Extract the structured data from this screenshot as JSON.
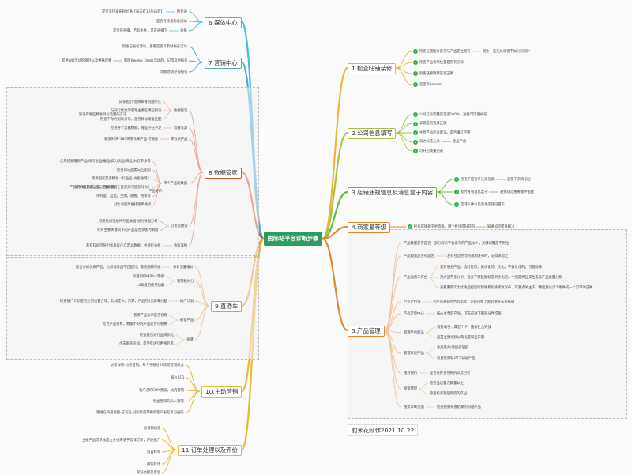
{
  "root": "国际站平台诊断步骤",
  "footer": "豹米花制作2021.10.22",
  "colors": {
    "root": "#2f9a62",
    "check": "#2fb34a"
  },
  "right": [
    {
      "title": "1.检查旺铺装修",
      "color": "#f0b43a",
      "items": [
        {
          "text": "检查旺铺图片是否与产品定位相符",
          "child": "避免一些无关或者不加分的图片",
          "check": true
        },
        {
          "text": "检查产品板块位置是否有空缺",
          "check": true
        },
        {
          "text": "检查链接跳转是否正确",
          "check": true
        },
        {
          "text": "是否有banner",
          "check": true
        }
      ]
    },
    {
      "title": "2.公司信息填写",
      "color": "#a9c43d",
      "items": [
        {
          "text": "公司信息完整度是否100%，查看可完善补充",
          "check": true
        },
        {
          "text": "表现是否选择正确",
          "check": true
        },
        {
          "text": "主营产品的关键词，是否填写完整",
          "check": true
        },
        {
          "text": "实力标签与达",
          "child": "金品平台",
          "check": true
        },
        {
          "text": "可开启质量记录",
          "check": true
        }
      ]
    },
    {
      "title": "3.店铺违规信息及消息盒子内容",
      "color": "#6ab843",
      "items": [
        {
          "text": "检查下是否有违规信息",
          "child": "避免下次再扣分",
          "check": true
        },
        {
          "text": "及时查看消息盒子",
          "child": "避免错过重要收件提醒",
          "check": true
        },
        {
          "text": "店铺头像以及后手店铺设置下",
          "check": true
        }
      ]
    },
    {
      "title": "4.商家星等级",
      "color": "#e8882e",
      "items": [
        {
          "text": "检查店铺处于星等级，哪个板块得分较低",
          "child": "知道如何提升解决",
          "check": true
        }
      ]
    },
    {
      "title": "5.产品管理",
      "color": "#e8882e",
      "items": [
        {
          "text": "产品数量是否是否一部分商家平台发布的产品比少，关键词覆盖不到位",
          "check": false
        },
        {
          "text": "产品规划是否有是否",
          "child": "若有社过经营的规划发布时，记得来加上",
          "check": false
        },
        {
          "text": "产品运营工作台",
          "children": [
            "若有低分产品，及时处理，做优化的，优化，不做优化的，可删除掉",
            "重力品节多分析，检查下哪些做标签到优化的，个别是特征属性或者产品质量分析",
            "查看重新实力优质品控后续新联系优质修改发布，可重点关注下，特别重站几个条件成一个订单的这种"
          ]
        },
        {
          "text": "行业定位词",
          "child": "若产品查有否合的品类，记得在粗上面的要求去发布调",
          "check": false
        },
        {
          "text": "产品定单中心",
          "child": "核心主营的产品，可去前进下那部分性得率",
          "check": false
        },
        {
          "text": "管理平台新品",
          "children": [
            "消费电子，典型个护，搜索社合开放",
            "设置主图视频以及设置新品日期"
          ]
        },
        {
          "text": "管理认证产品",
          "children": [
            "金品平台/参加有奖的",
            "可直接商城10个认证产品"
          ]
        },
        {
          "text": "搜对银行",
          "child": "是否有好多名称的以及分析",
          "check": false
        },
        {
          "text": "橱窗管理",
          "children": [
            "检查品质量方数量以上",
            "检查机采银超跨度的产品"
          ]
        },
        {
          "text": "搜索诊断页面",
          "child": "检查搜索排查结果的问题产品",
          "check": false
        }
      ]
    }
  ],
  "left": [
    {
      "title": "6.媒体中心",
      "color": "#4fb5e6",
      "items": [
        {
          "text": "粉丝通",
          "child": "是否坚持发布粉丝通【每天有12条动态】"
        },
        {
          "text": "",
          "child": "是否有按规标准活动"
        },
        {
          "text": "直播",
          "child": "是否有直播，若有条件，可去直播下"
        }
      ]
    },
    {
      "title": "7.营销中心",
      "color": "#58a8cc",
      "items": [
        {
          "text": "检查已报名活动，查看是否有及时报名活动"
        },
        {
          "text": "新版Weekly Deals活动的，记得及时报名",
          "child": "新进WD活动的额外以及特殊现象"
        },
        {
          "text": "场景营销记得报名"
        }
      ]
    },
    {
      "title": "8.数据管家",
      "color": "#d3562d",
      "items": [
        {
          "text": "数据概况",
          "children": [
            "成长指引-金牌审查问题所在",
            "与同行优秀的差距主要在哪些板块",
            "检查下你的国家分布，是否目标精准匹配"
          ],
          "extra": "知道有哪些精准目标流量的方法"
        },
        {
          "text": "流量来源",
          "children": [
            "检查各个流量数据，哪些存在不足"
          ]
        },
        {
          "text": "零效果产品",
          "children": [
            "处理90天-180天零效果产品-可删除"
          ]
        },
        {
          "text": "单个产品的数据",
          "children": [
            "优先检查帽商产品/询问证品/展品/实力优品/商盈多/订单多等",
            "检查词与品类与匹配的",
            "来源国家是否精准（行业区-访客地域）",
            "产品的价格是否过低（用关键词在首页页内搜查对比）",
            "评价度，品类，主图，规格，相关等",
            "对比询盘高搜排版单格式"
          ],
          "extra": "如何解决词与品与匹配问题",
          "extra2": "产品分析"
        },
        {
          "text": "引流关键词",
          "children": [
            "可用推进强绩件导出数据-进行数据分析",
            "针对主要关键词下的产品是否添加为橱窗"
          ]
        },
        {
          "text": "访客详情",
          "children": [
            "若有较好可导出优质客户自定义数据，并进行分析"
          ]
        }
      ]
    },
    {
      "title": "9.直通车",
      "color": "#e89a36",
      "items": [
        {
          "text": "分析流量报价",
          "child": "能否分析优质产品，比如词与品不匹配时，需要屏蔽时候"
        },
        {
          "text": "营销能力分",
          "children": [
            "知道如何中的L4等级",
            "L4等级的使用功能"
          ]
        },
        {
          "text": "推广计划",
          "children": [
            "检查推广计划是否达到设置合理，比如定价，预算，产品的1页屏幕问题"
          ]
        },
        {
          "text": "橱窗产品",
          "children": [
            "看哪产品表示是否合理",
            "结合产品分析，数据不好的产品是否可替换"
          ]
        },
        {
          "text": "关键",
          "children": [
            "检查是否进行品牌优化",
            "点击率低的词，是否有进行更换的思"
          ]
        }
      ]
    },
    {
      "title": "10.主动营销",
      "color": "#e6b73a",
      "items": [
        {
          "text": "",
          "child": "访客详情-访客营销，每个子账号20次可营销机会"
        },
        {
          "text": "",
          "child": "报价RFQ"
        },
        {
          "text": "",
          "child": "客户通的EDM营销，站内营销"
        },
        {
          "text": "",
          "child": "粉丝营销的私人营销"
        },
        {
          "text": "",
          "child": "跟进在询盘商量-已发送-对照目前需要的客户发起再沟通的"
        }
      ]
    },
    {
      "title": "11.订单处理以及评价",
      "color": "#e6b73a",
      "items": [
        {
          "text": "",
          "child": "信保和续报"
        },
        {
          "text": "",
          "child": "主推产品可单独建立分组来便于信保订单，方便推广"
        },
        {
          "text": "",
          "child": "设置样单"
        },
        {
          "text": "",
          "child": "跟客好评"
        },
        {
          "text": "",
          "child": "保证金额是否足"
        }
      ]
    }
  ]
}
